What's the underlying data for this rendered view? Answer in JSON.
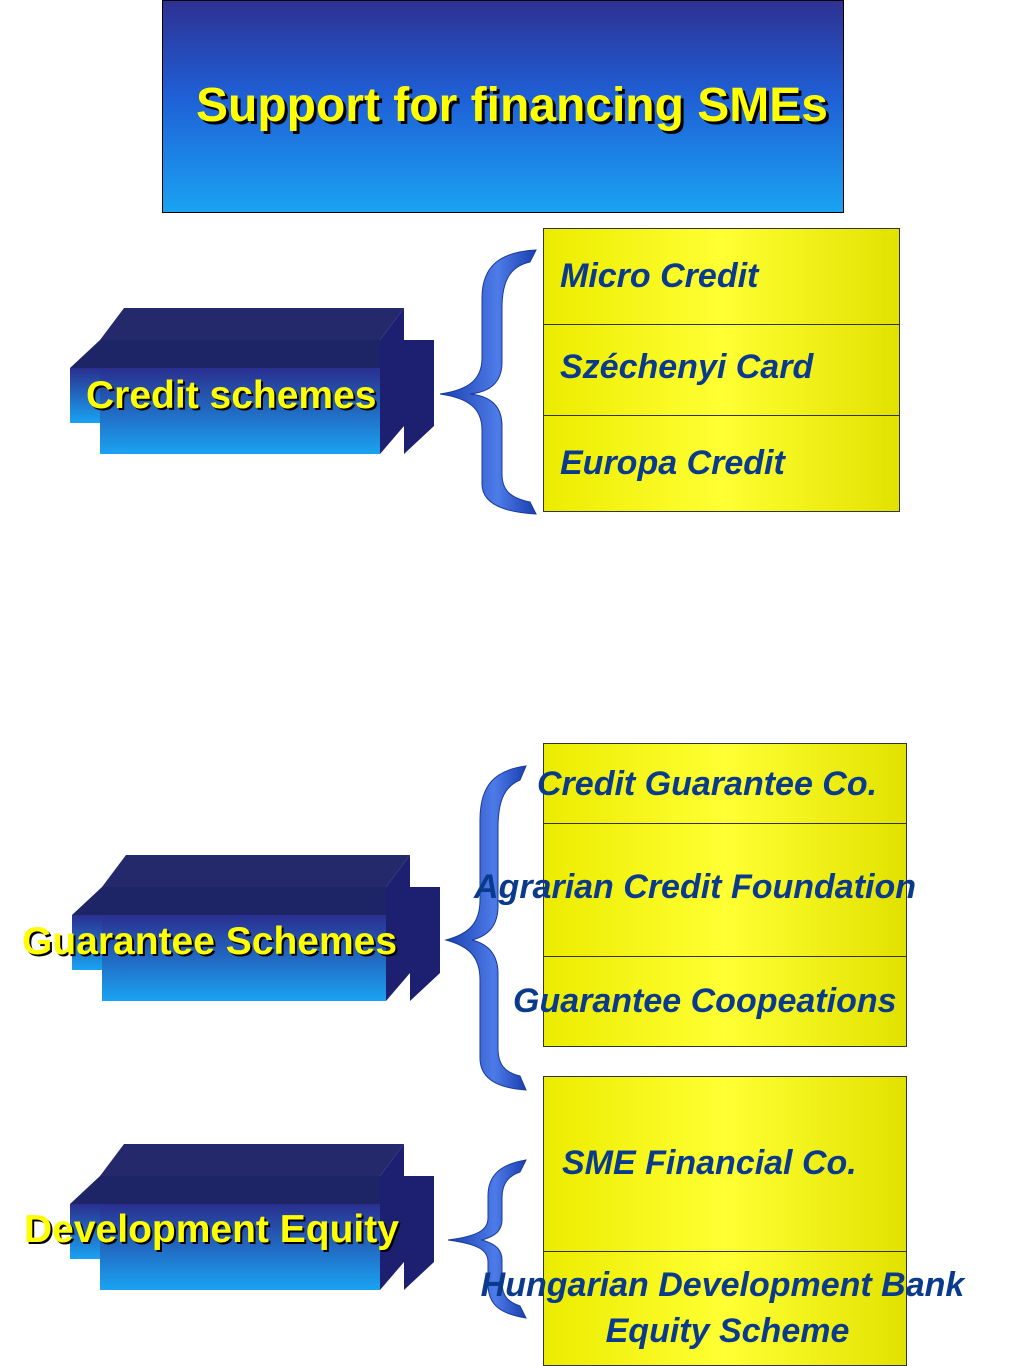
{
  "title": "Support for financing SMEs",
  "groups": [
    {
      "label": "Credit schemes",
      "items": [
        "Micro Credit",
        "Széchenyi Card",
        "Europa Credit"
      ]
    },
    {
      "label": "Guarantee Schemes",
      "items": [
        "Credit Guarantee Co.",
        "Agrarian Credit Foundation",
        "Guarantee Coopeations"
      ]
    },
    {
      "label": "Development Equity",
      "items": [
        "SME Financial Co.",
        "Hungarian Development Bank",
        "Equity Scheme"
      ]
    }
  ],
  "colors": {
    "title_top": "#2e3192",
    "title_bottom": "#1aa3f2",
    "label_text": "#ffff00",
    "item_box": "#ffff00",
    "item_text": "#0a3a8c",
    "brace": "#2a5fcf"
  }
}
